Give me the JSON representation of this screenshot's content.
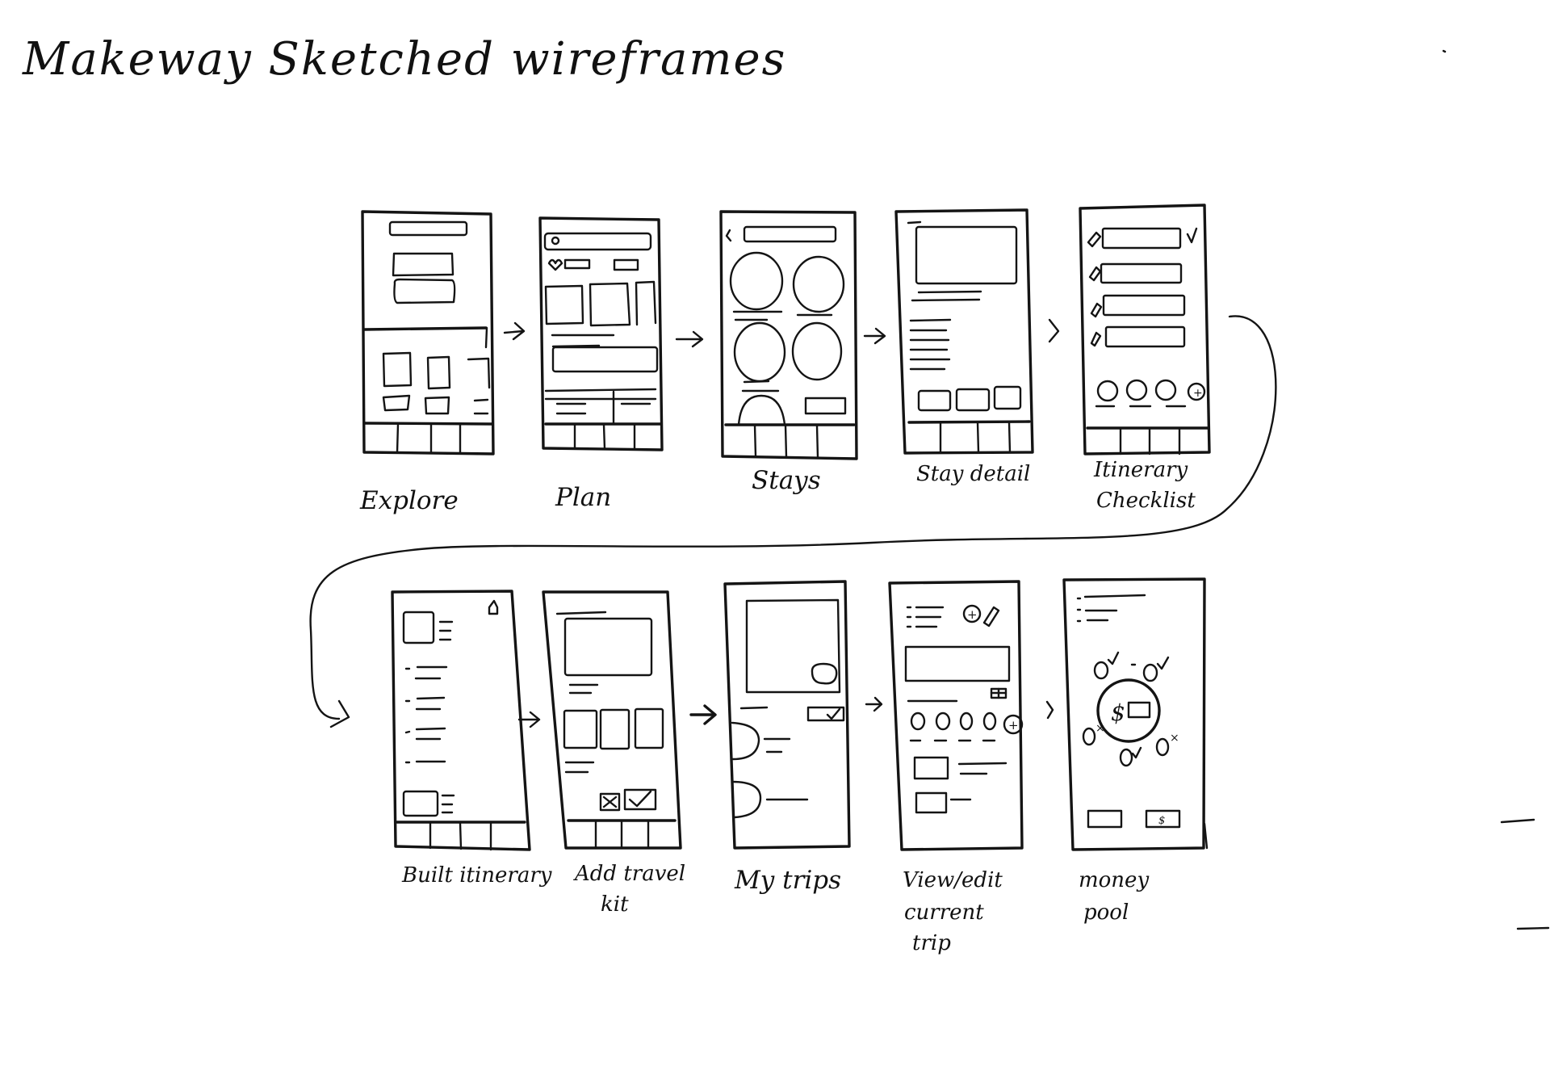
{
  "title": "Makeway   Sketched wireframes",
  "screens": [
    {
      "id": "explore",
      "label_lines": [
        "Explore"
      ]
    },
    {
      "id": "plan",
      "label_lines": [
        "Plan"
      ]
    },
    {
      "id": "stays",
      "label_lines": [
        "Stays"
      ]
    },
    {
      "id": "stay-detail",
      "label_lines": [
        "Stay detail"
      ]
    },
    {
      "id": "itinerary-checklist",
      "label_lines": [
        "Itinerary",
        "Checklist"
      ]
    },
    {
      "id": "built-itinerary",
      "label_lines": [
        "Built itinerary"
      ]
    },
    {
      "id": "add-travel-kit",
      "label_lines": [
        "Add travel",
        "kit"
      ]
    },
    {
      "id": "my-trips",
      "label_lines": [
        "My trips"
      ]
    },
    {
      "id": "view-edit-current-trip",
      "label_lines": [
        "View/edit",
        "current",
        "trip"
      ]
    },
    {
      "id": "money-pool",
      "label_lines": [
        "money",
        "pool"
      ]
    }
  ],
  "glyphs": {
    "dollar": "$",
    "plus": "+",
    "check": "✓",
    "cross": "×",
    "back": "‹"
  }
}
